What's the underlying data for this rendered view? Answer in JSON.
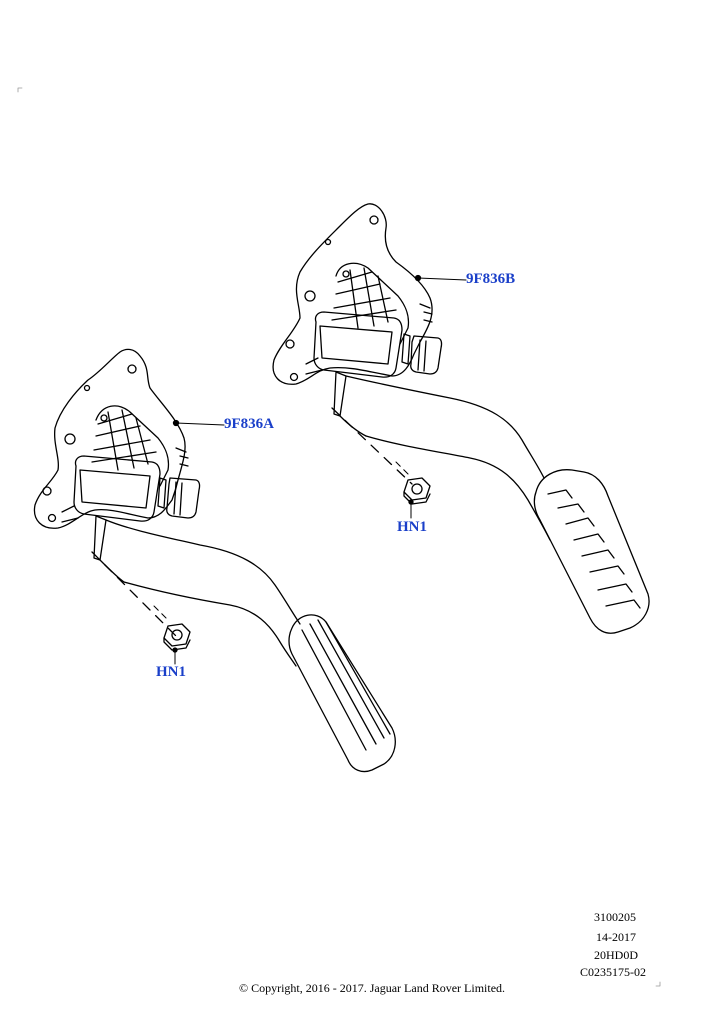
{
  "callouts": {
    "part_a": "9F836A",
    "part_b": "9F836B",
    "nut_left": "HN1",
    "nut_right": "HN1"
  },
  "meta": {
    "ref_number": "3100205",
    "date": "14-2017",
    "model_code": "20HD0D",
    "illustration_code": "C0235175-02"
  },
  "footer": {
    "copyright": "© Copyright, 2016 - 2017. Jaguar Land Rover Limited."
  },
  "colors": {
    "line": "#000000",
    "callout": "#1a3fc9"
  }
}
